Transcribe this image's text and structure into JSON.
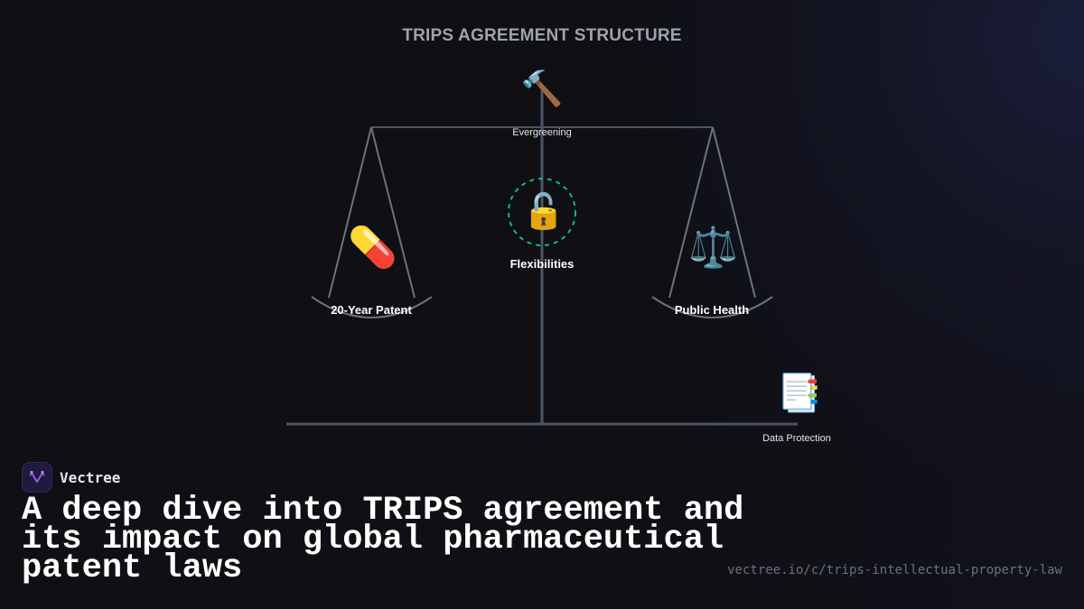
{
  "diagram": {
    "title": "TRIPS AGREEMENT STRUCTURE",
    "colors": {
      "background": "#0f0f14",
      "scale_lines": "#4b5563",
      "pan_lines": "#6b7280",
      "flex_circle": "#10b981",
      "title": "#9ca3af",
      "label": "#ffffff"
    },
    "nodes": [
      {
        "id": "evergreening",
        "label": "Evergreening",
        "icon": "hammer-icon",
        "glyph": "🔨"
      },
      {
        "id": "patent",
        "label": "20-Year Patent",
        "icon": "pill-icon",
        "glyph": "💊"
      },
      {
        "id": "flexibilities",
        "label": "Flexibilities",
        "icon": "unlock-icon",
        "glyph": "🔓"
      },
      {
        "id": "public-health",
        "label": "Public Health",
        "icon": "balance-scale-icon",
        "glyph": "⚖️"
      },
      {
        "id": "data-protection",
        "label": "Data Protection",
        "icon": "bookmark-tabs-icon",
        "glyph": "📑"
      }
    ]
  },
  "brand": {
    "name": "Vectree",
    "logo_color": "#a855f7"
  },
  "headline": "A deep dive into TRIPS agreement and its impact on global pharmaceutical patent laws",
  "url": "vectree.io/c/trips-intellectual-property-law"
}
